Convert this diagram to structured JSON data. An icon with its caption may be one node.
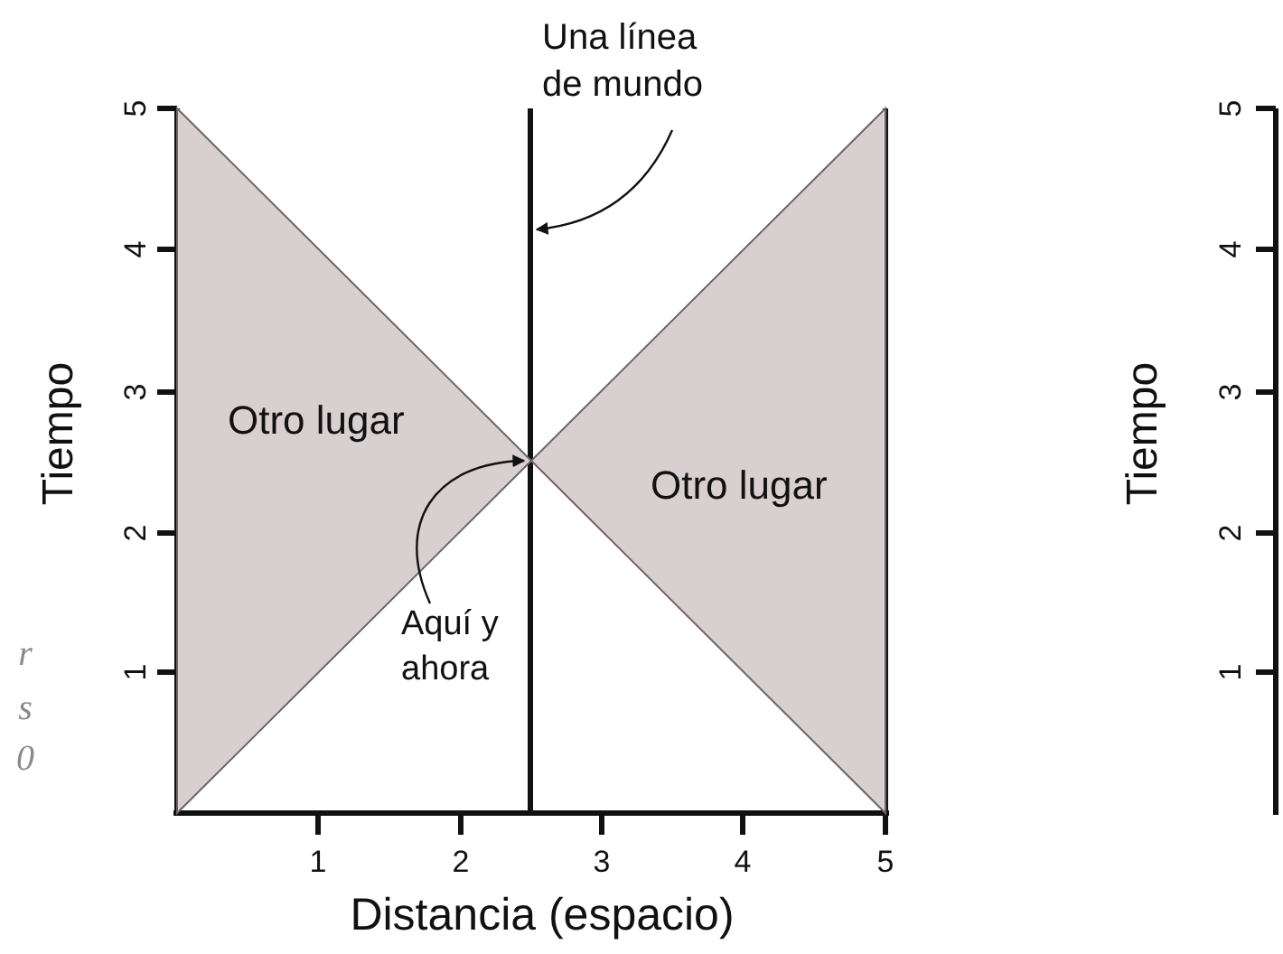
{
  "diagram": {
    "nodes": [
      {
        "text": [
          "Una línea de mundo"
        ]
      },
      {
        "text": [],
        "shape": "line"
      },
      {
        "text": [
          "Otro lugar"
        ]
      },
      {
        "text": [
          "Aquí y ahora"
        ]
      },
      {
        "text": [
          "Otro lugar"
        ]
      }
    ],
    "edges": [
      {
        "from": 0,
        "to": 1,
        "arrow": "to"
      },
      {
        "from": 3,
        "to": 1,
        "arrow": "to"
      }
    ],
    "labels": [
      "5",
      "4",
      "3",
      "2",
      "1",
      "Tiempo",
      "r",
      "s",
      "0",
      "1",
      "2",
      "3",
      "4",
      "5",
      "Distancia (espacio)",
      "Tiempo",
      "5",
      "4",
      "3",
      "2",
      "1"
    ]
  }
}
